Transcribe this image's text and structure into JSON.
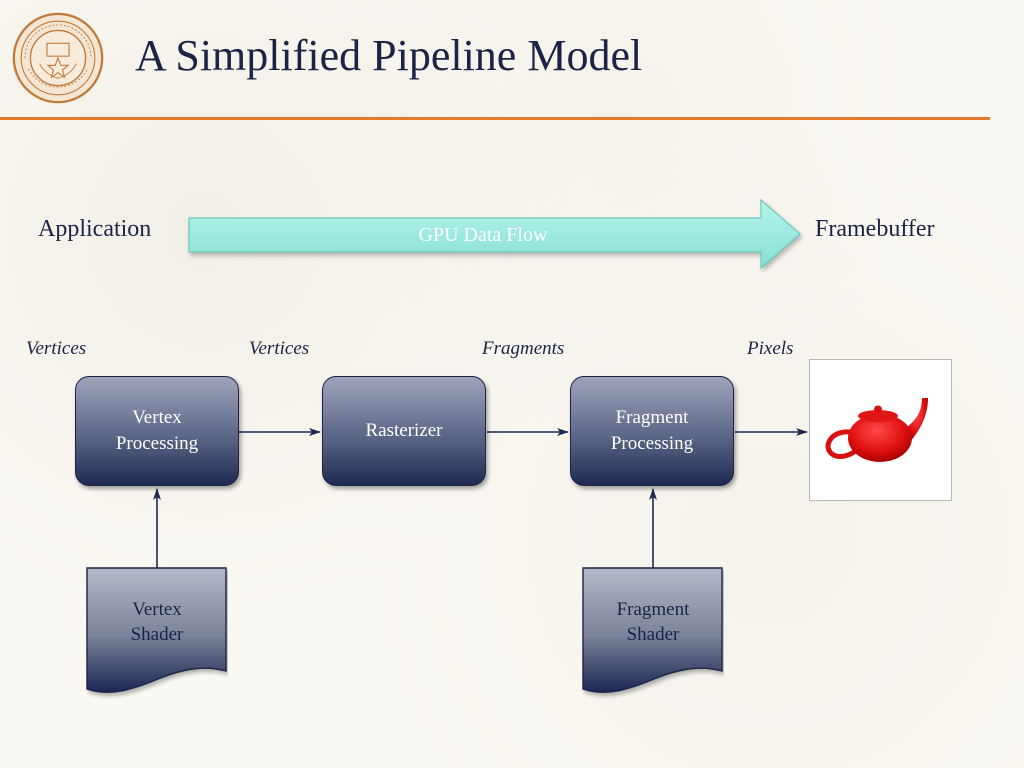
{
  "title": "A Simplified Pipeline Model",
  "flow": {
    "left_label": "Application",
    "arrow_label": "GPU Data Flow",
    "right_label": "Framebuffer"
  },
  "data_tags": [
    "Vertices",
    "Vertices",
    "Fragments",
    "Pixels"
  ],
  "stages": [
    {
      "line1": "Vertex",
      "line2": "Processing"
    },
    {
      "line1": "Rasterizer",
      "line2": ""
    },
    {
      "line1": "Fragment",
      "line2": "Processing"
    }
  ],
  "shaders": [
    {
      "line1": "Vertex",
      "line2": "Shader"
    },
    {
      "line1": "Fragment",
      "line2": "Shader"
    }
  ],
  "icons": {
    "seal": "university-seal-icon",
    "teapot": "teapot-icon"
  },
  "colors": {
    "accent_rule": "#e07b2e",
    "flow_arrow": "#9de8dc",
    "stage_dark": "#1f2a52",
    "teapot": "#e01010"
  }
}
